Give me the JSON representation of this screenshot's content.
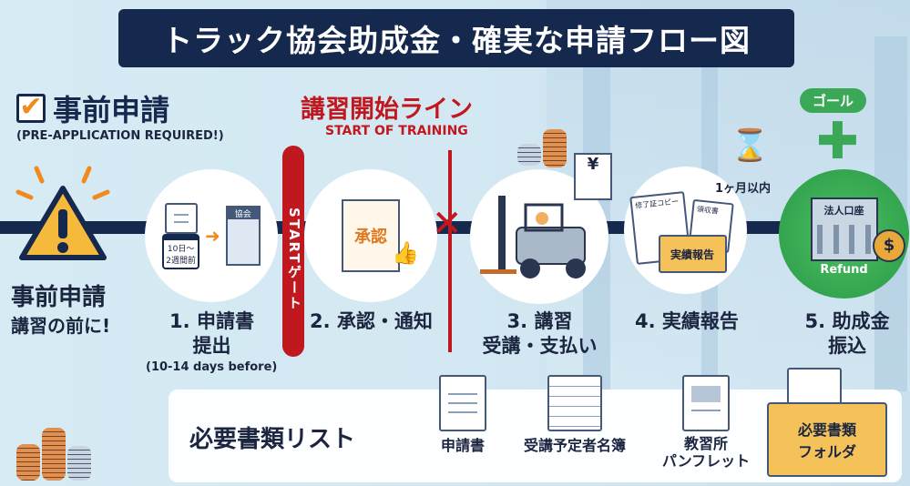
{
  "title": "トラック協会助成金・確実な申請フロー図",
  "pre_application": {
    "heading": "事前申請",
    "subtitle": "(PRE-APPLICATION REQUIRED!)",
    "warning_title": "事前申請",
    "warning_sub": "講習の前に!"
  },
  "training_line": {
    "heading": "講習開始ライン",
    "subtitle": "START OF TRAINING"
  },
  "start_gate": "STARTゲート",
  "steps": [
    {
      "label": "1. 申請書\n提出",
      "note": "(10-14 days before)",
      "calendar": "10日〜\n2週間前",
      "building": "協会"
    },
    {
      "label": "2. 承認・通知",
      "stamp": "承認"
    },
    {
      "label": "3. 講習\n受講・支払い",
      "receipt": "¥"
    },
    {
      "label": "4. 実績報告",
      "docs": [
        "修了証コピー",
        "領収書"
      ],
      "folder": "実績報告",
      "deadline": "1ヶ月以内"
    },
    {
      "label": "5. 助成金\n振込",
      "bank": "法人口座",
      "badge": "Refund",
      "goal": "ゴール",
      "bag": "$"
    }
  ],
  "required_docs": {
    "heading": "必要書類リスト",
    "items": [
      "申請書",
      "受講予定者名簿",
      "教習所\nパンフレット"
    ],
    "folder": "必要書類\nフォルダ"
  },
  "colors": {
    "navy": "#15284d",
    "red": "#c0181f",
    "orange": "#f08a1c",
    "green": "#3aa856",
    "folder": "#f5c25a"
  }
}
